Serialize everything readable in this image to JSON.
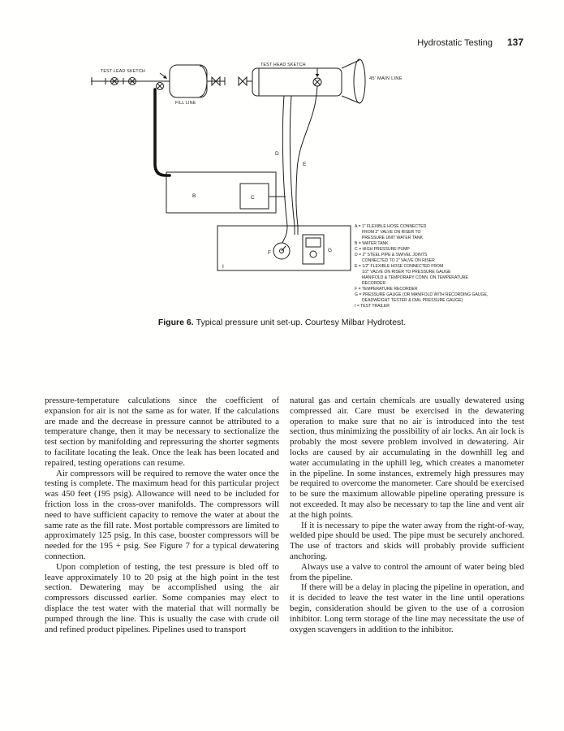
{
  "header": {
    "running_head": "Hydrostatic Testing",
    "page_number": "137"
  },
  "figure": {
    "caption_label": "Figure 6.",
    "caption_text": "Typical pressure unit set-up. Courtesy Milbar Hydrotest.",
    "labels": {
      "test_lead_sketch": "TEST LEAD SKETCH",
      "test_head_sketch": "TEST HEAD SKETCH",
      "main_line": "45' MAIN LINE",
      "fill_line": "FILL LINE",
      "b": "B",
      "c": "C",
      "d": "D",
      "e": "E",
      "f": "F",
      "g": "G",
      "i": "I"
    },
    "legend": [
      "A = 1\" FLEXIBLE HOSE CONNECTED",
      "FROM 2\" VALVE ON RISER TO",
      "PRESSURE UNIT WATER TANK",
      "B = WATER TANK",
      "C = HIGH PRESSURE PUMP",
      "D = 2\" STEEL PIPE & SWIVEL JOINTS",
      "CONNECTED TO 2\" VALVE ON RISER",
      "E = 1/2\" FLEXIBLE HOSE CONNECTED FROM",
      "1/2\" VALVE ON RISER TO PRESSURE GAUGE",
      "MANIFOLD & TEMPORARY CONN. ON TEMPERATURE",
      "RECORDER",
      "F = TEMPERATURE RECORDER",
      "G = PRESSURE GAUGE (OR MANIFOLD WITH RECORDING GAUGE,",
      "DEADWEIGHT TESTER & DIAL PRESSURE GAUGE)",
      "I = TEST TRAILER"
    ]
  },
  "body": {
    "left": [
      "pressure-temperature calculations since the coefficient of expansion for air is not the same as for water. If the calculations are made and the decrease in pressure cannot be attributed to a temperature change, then it may be necessary to sectionalize the test section by manifolding and repressuring the shorter segments to facilitate locating the leak. Once the leak has been located and repaired, testing operations can resume.",
      "Air compressors will be required to remove the water once the testing is complete. The maximum head for this particular project was 450 feet (195 psig). Allowance will need to be included for friction loss in the cross-over manifolds. The compressors will need to have sufficient capacity to remove the water at about the same rate as the fill rate. Most portable compressors are limited to approximately 125 psig. In this case, booster compressors will be needed for the 195 + psig. See Figure 7 for a typical dewatering connection.",
      "Upon completion of testing, the test pressure is bled off to leave approximately 10 to 20 psig at the high point in the test section. Dewatering may be accomplished using the air compressors discussed earlier. Some companies may elect to displace the test water with the material that will normally be pumped through the line. This is usually the case with crude oil and refined product pipelines. Pipelines used to transport"
    ],
    "right": [
      "natural gas and certain chemicals are usually dewatered using compressed air. Care must be exercised in the dewatering operation to make sure that no air is introduced into the test section, thus minimizing the possibility of air locks. An air lock is probably the most severe problem involved in dewatering. Air locks are caused by air accumulating in the downhill leg and water accumulating in the uphill leg, which creates a manometer in the pipeline. In some instances, extremely high pressures may be required to overcome the manometer. Care should be exercised to be sure the maximum allowable pipeline operating pressure is not exceeded. It may also be necessary to tap the line and vent air at the high points.",
      "If it is necessary to pipe the water away from the right-of-way, welded pipe should be used. The pipe must be securely anchored. The use of tractors and skids will probably provide sufficient anchoring.",
      "Always use a valve to control the amount of water being bled from the pipeline.",
      "If there will be a delay in placing the pipeline in operation, and it is decided to leave the test water in the line until operations begin, consideration should be given to the use of a corrosion inhibitor. Long term storage of the line may necessitate the use of oxygen scavengers in addition to the inhibitor."
    ]
  }
}
